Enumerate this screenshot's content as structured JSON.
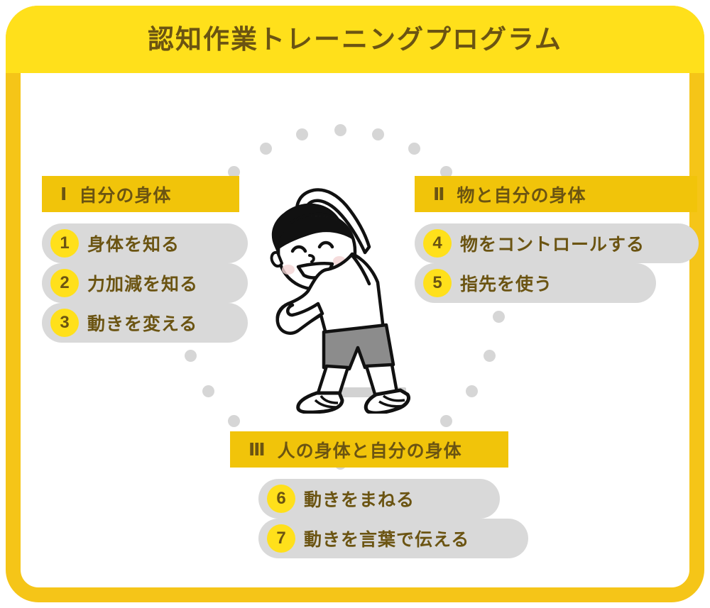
{
  "header": {
    "title": "認知作業トレーニングプログラム",
    "band_color": "#FFE01B",
    "text_color": "#6B5412"
  },
  "frame": {
    "border_color": "#F5C518",
    "background_color": "#FFFFFF"
  },
  "illustration": {
    "name": "boy-side-stretch-illustration",
    "description": "side-stretching boy",
    "hair_color": "#111111",
    "shirt_color": "#FFFFFF",
    "shorts_color": "#8C8C8C",
    "cheek_color": "#F2D3D3",
    "shadow_color": "#D2D2D2",
    "outline_color": "#111111"
  },
  "decor": {
    "dot_color": "#D6D6D6",
    "dot_count": 26
  },
  "groups": [
    {
      "numeral": "Ⅰ",
      "title": "自分の身体",
      "header_color": "#F1C40A",
      "items": [
        {
          "num": "1",
          "label": "身体を知る"
        },
        {
          "num": "2",
          "label": "力加減を知る"
        },
        {
          "num": "3",
          "label": "動きを変える"
        }
      ]
    },
    {
      "numeral": "Ⅱ",
      "title": "物と自分の身体",
      "header_color": "#F1C40A",
      "items": [
        {
          "num": "4",
          "label": "物をコントロールする"
        },
        {
          "num": "5",
          "label": "指先を使う"
        }
      ]
    },
    {
      "numeral": "Ⅲ",
      "title": "人の身体と自分の身体",
      "header_color": "#F1C40A",
      "items": [
        {
          "num": "6",
          "label": "動きをまねる"
        },
        {
          "num": "7",
          "label": "動きを言葉で伝える"
        }
      ]
    }
  ]
}
